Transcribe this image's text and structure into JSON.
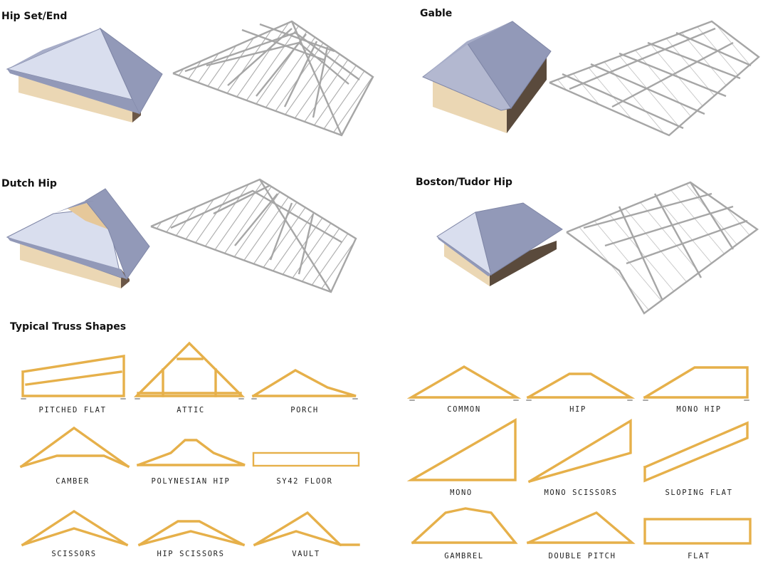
{
  "headings": {
    "hip_set_end": "Hip Set/End",
    "gable": "Gable",
    "dutch_hip": "Dutch Hip",
    "boston_tudor_hip": "Boston/Tudor Hip",
    "typical_truss_shapes": "Typical Truss Shapes"
  },
  "trusses": {
    "pitched_flat": "PITCHED FLAT",
    "attic": "ATTIC",
    "porch": "PORCH",
    "camber": "CAMBER",
    "polynesian_hip": "POLYNESIAN HIP",
    "sy42_floor": "SY42 FLOOR",
    "scissors": "SCISSORS",
    "hip_scissors": "HIP SCISSORS",
    "vault": "VAULT",
    "common": "COMMON",
    "hip": "HIP",
    "mono_hip": "MONO HIP",
    "mono": "MONO",
    "mono_scissors": "MONO SCISSORS",
    "sloping_flat": "SLOPING FLAT",
    "gambrel": "GAMBREL",
    "double_pitch": "DOUBLE PITCH",
    "flat": "FLAT"
  },
  "colors": {
    "roof": "#9299b8",
    "roof_light": "#d9deee",
    "wall": "#ebd7b4",
    "wall_dark": "#5a4a3c",
    "timber": "#e6b04a",
    "timber_edge": "#b98522",
    "frame": "#a8a8a8"
  }
}
